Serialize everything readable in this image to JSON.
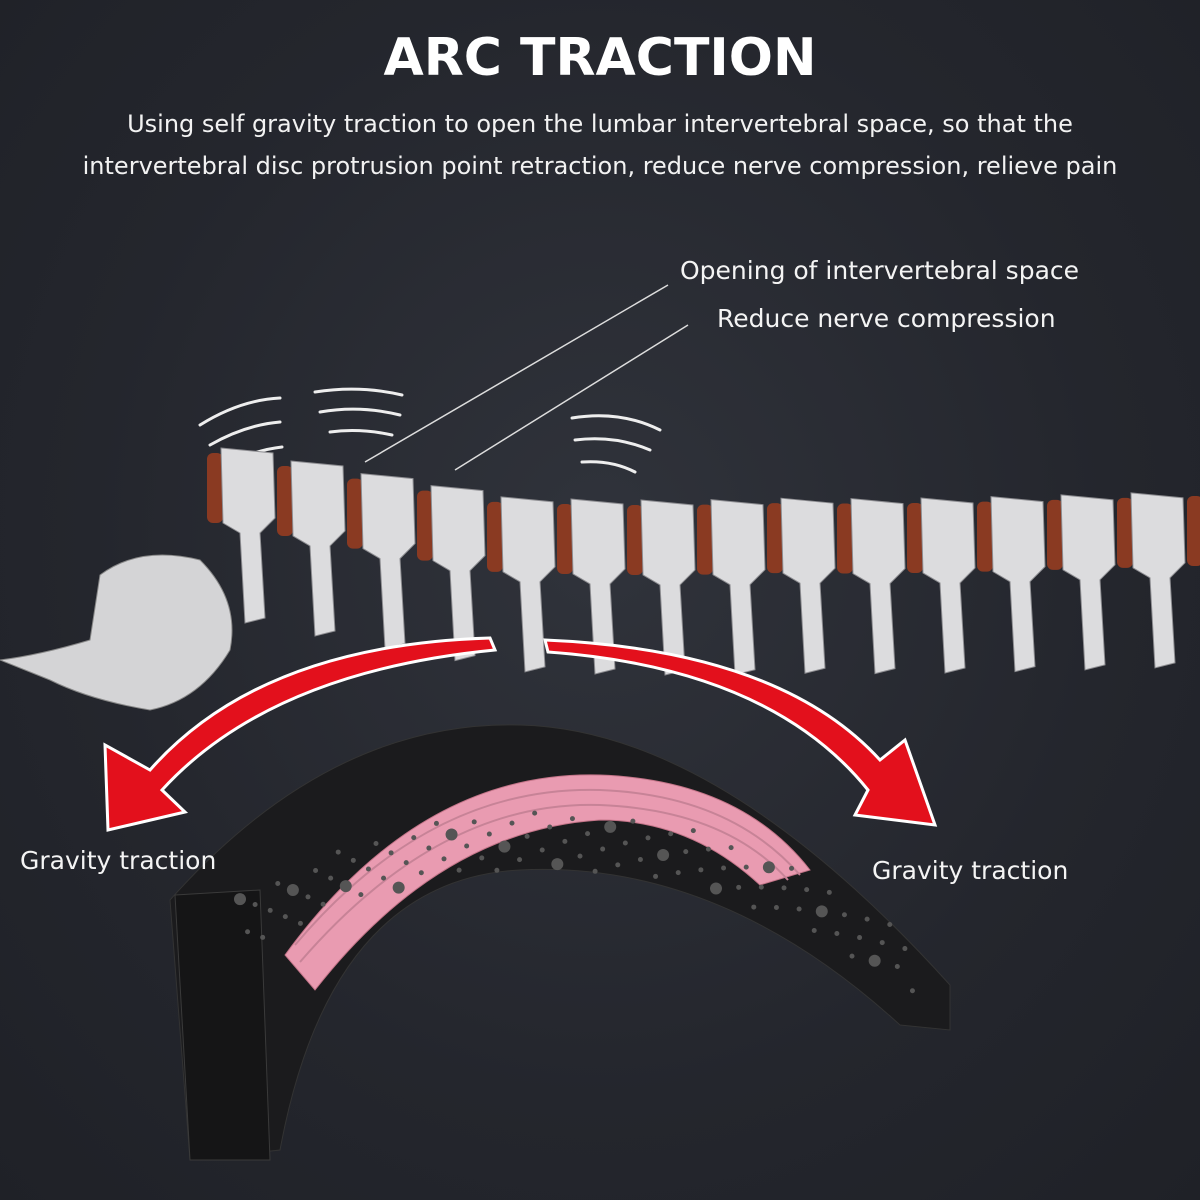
{
  "title": "ARC TRACTION",
  "subtitle_lines": [
    "Using self gravity traction to open the lumbar intervertebral space, so that the",
    "intervertebral disc protrusion point retraction, reduce nerve compression, relieve pain"
  ],
  "callouts": {
    "opening": "Opening of intervertebral space",
    "reduce": "Reduce nerve compression"
  },
  "labels": {
    "left": "Gravity traction",
    "right": "Gravity traction"
  },
  "colors": {
    "background": "#24262d",
    "arrow": "#e3101c",
    "pad": "#e99bb1",
    "disc": "#8a3a22",
    "device": "#1b1b1d"
  }
}
